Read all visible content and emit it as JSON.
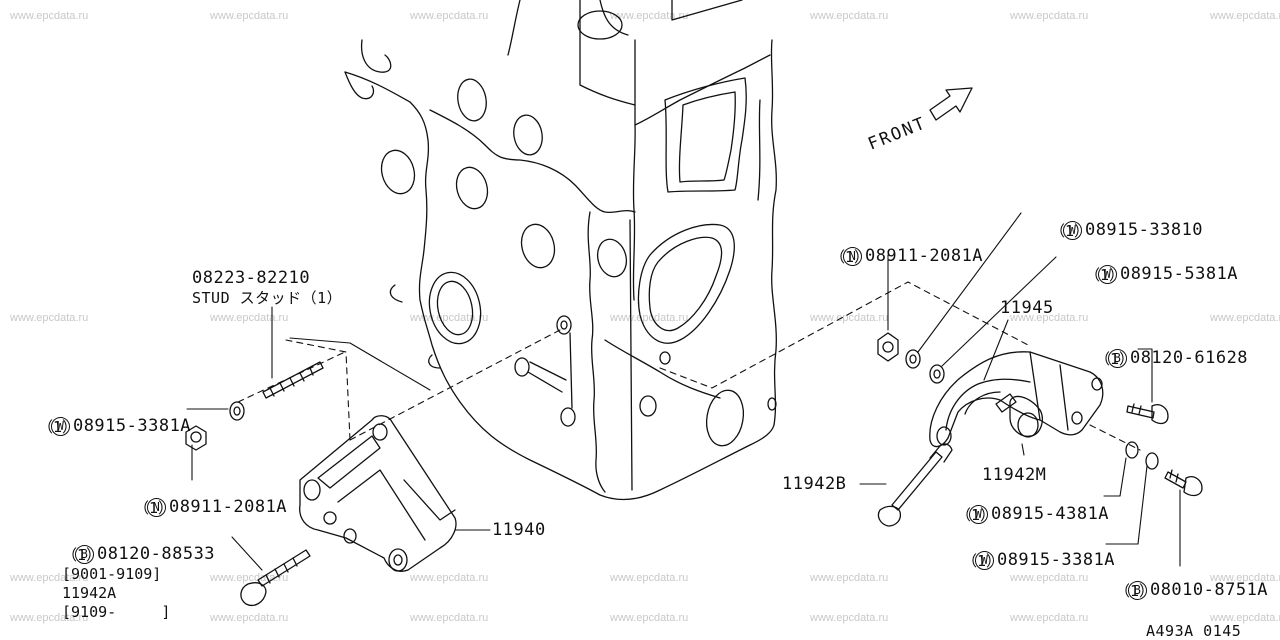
{
  "watermark": "www.epcdata.ru",
  "front_label": "FRONT",
  "diagram_code": "A493A 0145",
  "callouts": {
    "stud_number": "08223-82210",
    "stud_desc": "STUD スタッド（1）",
    "w_08915_3381A_left": {
      "prefix": "W",
      "number": "08915-3381A",
      "qty": "（1）"
    },
    "n_08911_2081A_left": {
      "prefix": "N",
      "number": "08911-2081A",
      "qty": "（1）"
    },
    "b_08120_88533": {
      "prefix": "B",
      "number": "08120-88533",
      "qty": "（1）",
      "range1": "[9001-9109]",
      "alt_part": "11942A",
      "range2": "[9109-     ]"
    },
    "part_11940": "11940",
    "n_08911_2081A_right": {
      "prefix": "N",
      "number": "08911-2081A",
      "qty": "（1）"
    },
    "w_08915_33810": {
      "prefix": "W",
      "number": "08915-33810",
      "qty": "（1）"
    },
    "w_08915_5381A": {
      "prefix": "W",
      "number": "08915-5381A",
      "qty": "（1）"
    },
    "part_11945": "11945",
    "b_08120_61628": {
      "prefix": "B",
      "number": "08120-61628",
      "qty": "（1）"
    },
    "part_11942M": "11942M",
    "part_11942B": "11942B",
    "w_08915_4381A": {
      "prefix": "W",
      "number": "08915-4381A",
      "qty": "（1）"
    },
    "w_08915_3381A_right": {
      "prefix": "W",
      "number": "08915-3381A",
      "qty": "（1）"
    },
    "b_08010_8751A": {
      "prefix": "B",
      "number": "08010-8751A",
      "qty": "（1）"
    }
  }
}
